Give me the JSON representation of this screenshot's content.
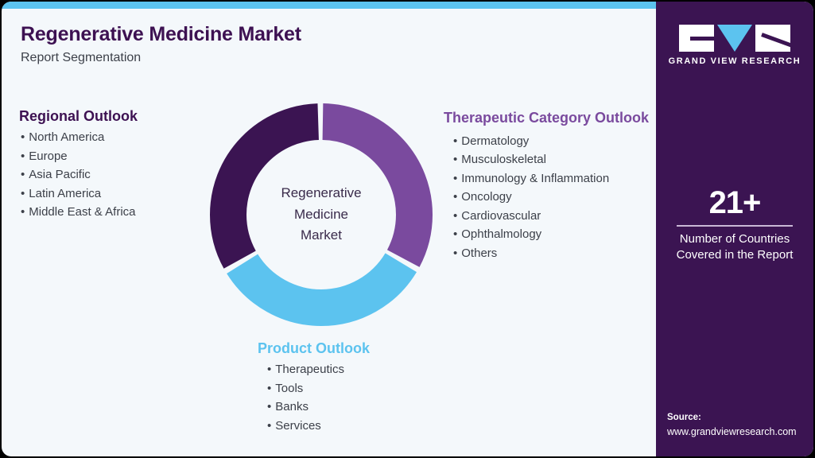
{
  "header": {
    "title": "Regenerative Medicine Market",
    "subtitle": "Report Segmentation"
  },
  "colors": {
    "dark_purple": "#3b1452",
    "medium_purple": "#7a4a9e",
    "light_blue": "#5cc3ef",
    "card_background": "#f4f8fb",
    "body_text": "#3c4049"
  },
  "chart_data": {
    "type": "pie",
    "title": "Regenerative Medicine Market",
    "center_label_lines": [
      "Regenerative",
      "Medicine",
      "Market"
    ],
    "categories": [
      "Therapeutic Category Outlook",
      "Product Outlook",
      "Regional Outlook"
    ],
    "values": [
      33.33,
      33.33,
      33.33
    ],
    "colors": [
      "#7a4a9e",
      "#5cc3ef",
      "#3b1452"
    ],
    "donut": true,
    "legend": "none"
  },
  "regional": {
    "heading": "Regional Outlook",
    "items": [
      "North America",
      "Europe",
      "Asia Pacific",
      "Latin America",
      "Middle East & Africa"
    ]
  },
  "therapeutic": {
    "heading": "Therapeutic Category Outlook",
    "items": [
      "Dermatology",
      "Musculoskeletal",
      "Immunology & Inflammation",
      "Oncology",
      "Cardiovascular",
      "Ophthalmology",
      "Others"
    ]
  },
  "product": {
    "heading": "Product Outlook",
    "items": [
      "Therapeutics",
      "Tools",
      "Banks",
      "Services"
    ]
  },
  "panel": {
    "logo_text": "GRAND VIEW RESEARCH",
    "stat_value": "21+",
    "stat_label_line1": "Number of Countries",
    "stat_label_line2": "Covered in the Report",
    "source_title": "Source:",
    "source_url": "www.grandviewresearch.com"
  }
}
